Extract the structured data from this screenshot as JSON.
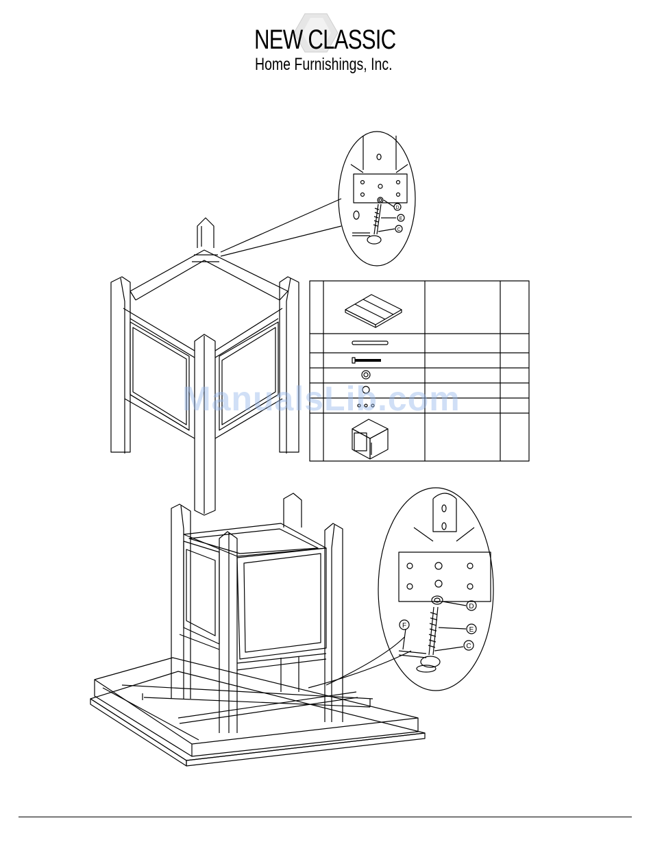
{
  "logo": {
    "line1": "NEW CLASSIC",
    "line2": "Home Furnishings, Inc."
  },
  "watermark": "ManualsLib.com",
  "callout_top": {
    "labels": [
      "D",
      "E",
      "C"
    ]
  },
  "callout_bottom": {
    "labels": [
      "D",
      "E",
      "C",
      "F"
    ]
  },
  "parts_table": {
    "rows": [
      {
        "icon": "panel-icon"
      },
      {
        "icon": "pin-icon"
      },
      {
        "icon": "bolt-icon"
      },
      {
        "icon": "washer-icon"
      },
      {
        "icon": "nut-icon"
      },
      {
        "icon": "cube-icon"
      }
    ]
  },
  "colors": {
    "line": "#000000",
    "watermark": "#96b9eb"
  }
}
